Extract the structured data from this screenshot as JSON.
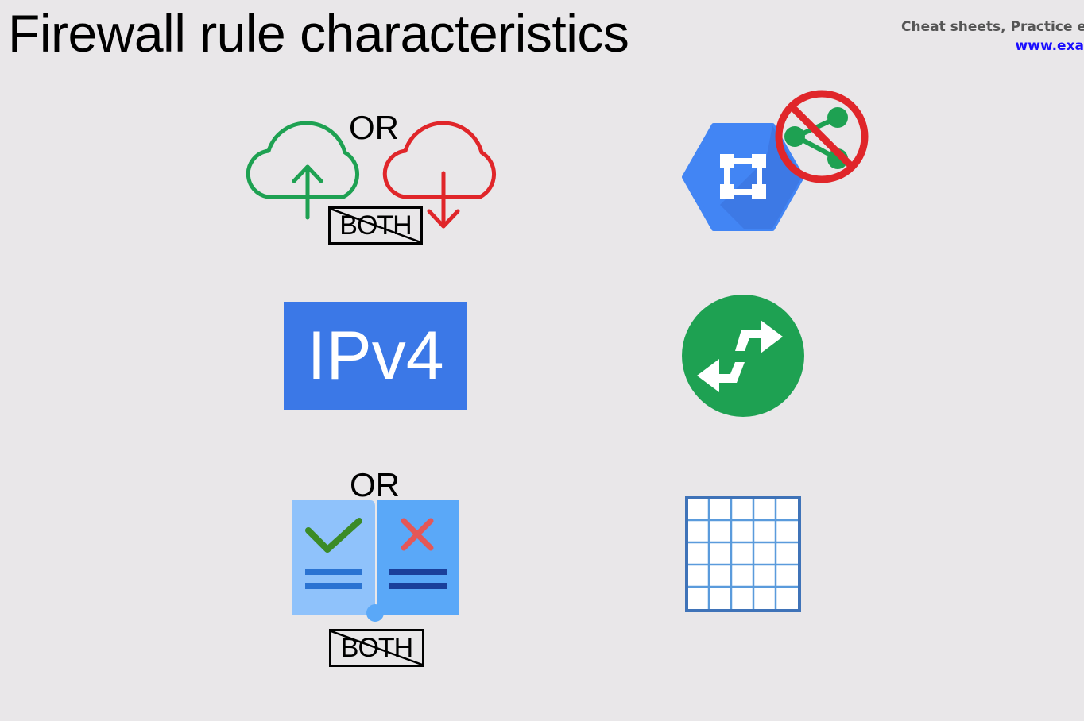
{
  "slide": {
    "title": "Firewall rule characteristics"
  },
  "brand": {
    "tagline": "Cheat sheets, Practice ex",
    "url": "www.exa"
  },
  "direction": {
    "or_label": "OR",
    "both_label": "BOTH",
    "icons": [
      "cloud-upload-icon",
      "cloud-download-icon"
    ]
  },
  "network_scope": {
    "icons": [
      "vpc-network-icon",
      "no-sharing-icon"
    ]
  },
  "ip_version": {
    "label": "IPv4"
  },
  "stateful": {
    "icons": [
      "bidirectional-arrows-icon"
    ]
  },
  "action": {
    "or_label": "OR",
    "both_label": "BOTH",
    "icons": [
      "allow-check-icon",
      "deny-x-icon"
    ]
  },
  "rules_table": {
    "icons": [
      "grid-table-icon"
    ]
  },
  "colors": {
    "green": "#1ea152",
    "red": "#e0262a",
    "blue": "#3b78e7"
  }
}
